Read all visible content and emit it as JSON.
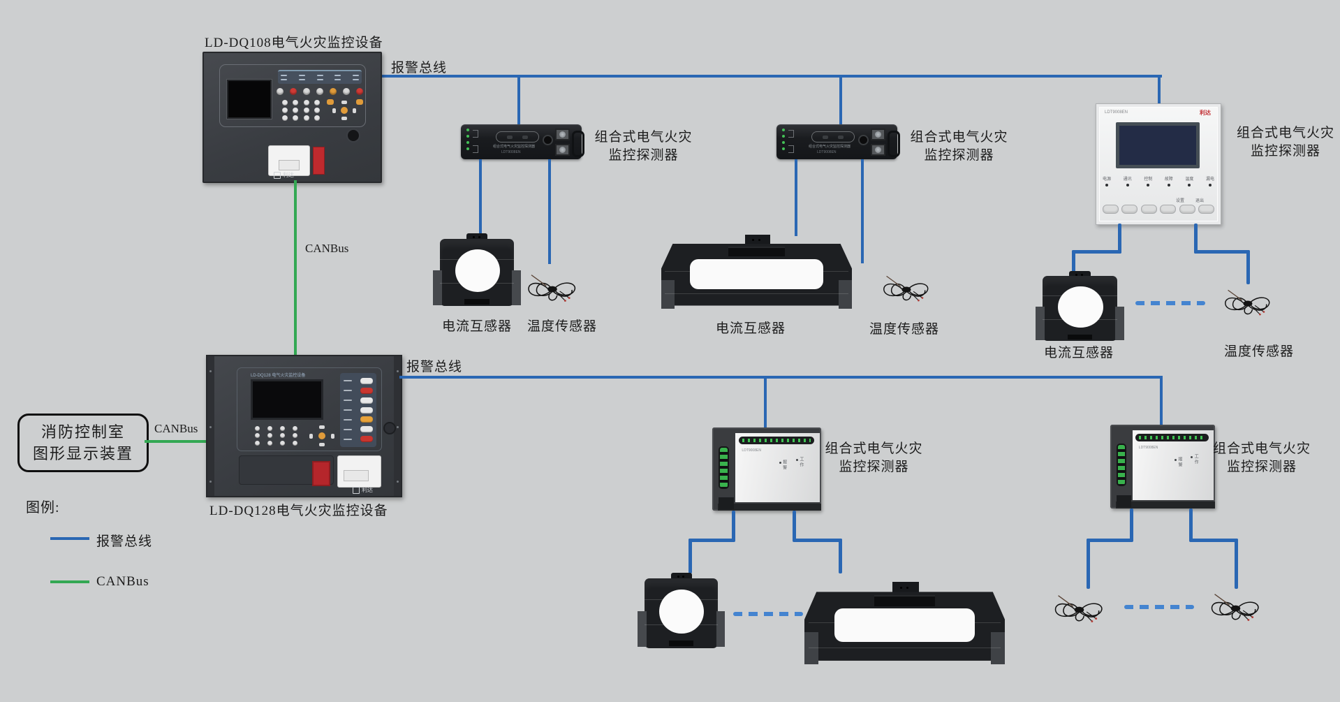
{
  "colors": {
    "background": "#cdcfd0",
    "alarm_bus": "#2a67b3",
    "alarm_bus_dashed": "#4484d0",
    "canbus": "#33a853",
    "label_text": "#1c1c1c"
  },
  "labels": {
    "dq108_title": "LD-DQ108电气火灾监控设备",
    "dq128_title": "LD-DQ128电气火灾监控设备",
    "alarm_bus": "报警总线",
    "canbus": "CANBus",
    "combo_detector_line1": "组合式电气火灾",
    "combo_detector_line2": "监控探测器",
    "current_transformer": "电流互感器",
    "temperature_sensor": "温度传感器",
    "fire_room_line1": "消防控制室",
    "fire_room_line2": "图形显示装置",
    "legend_title": "图例:"
  },
  "legend": {
    "alarm_bus": "报警总线",
    "canbus": "CANBus"
  },
  "device_details": {
    "brand": "利达",
    "white_panel_model": "LDT9008EN",
    "black_module_model": "LDT9008EN",
    "black_module_print": "组合式电气火灾监控探测器",
    "white_box_model": "LDT9008EN",
    "dq128_header": "LD-DQ128 电气火灾监控设备",
    "wp_indicators": [
      "电源",
      "通讯",
      "控制",
      "故障",
      "温度",
      "漏电"
    ],
    "wp_btn_settings": "设置",
    "wp_btn_exit": "退出",
    "wb_status_alarm": "报警",
    "wb_status_work": "工作"
  }
}
